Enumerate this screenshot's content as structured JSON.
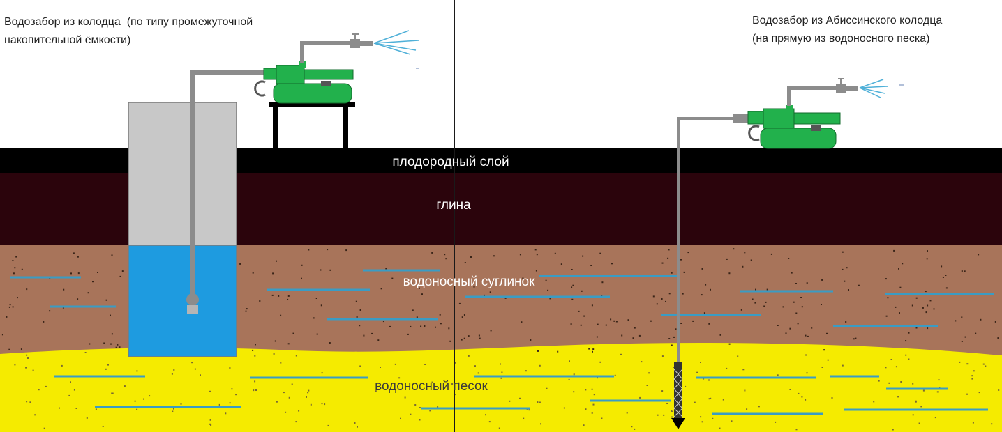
{
  "captions": {
    "left_line1": "Водозабор из колодца  (по типу промежуточной",
    "left_line2": "накопительной ёмкости)",
    "right_line1": "Водозабор из Абиссинского колодца",
    "right_line2": "(на прямую из водоносного песка)"
  },
  "layers": {
    "topsoil": "плодородный слой",
    "clay": "глина",
    "loam": "водоносный суглинок",
    "sand": "водоносный песок"
  },
  "colors": {
    "topsoil": "#000000",
    "clay": "#2b040c",
    "loam": "#a8745a",
    "sand": "#f5eb00",
    "water": "#1e9be0",
    "well_shaft": "#c8c8c8",
    "pipe": "#8c8c8c",
    "pump": "#22b14c",
    "water_lines": "#3a9cc4"
  },
  "icons": {
    "left_pump": "pump-icon",
    "right_pump": "pump-icon",
    "left_spray": "water-spray-icon",
    "right_spray": "water-spray-icon",
    "well_filter": "filter-bulb-icon",
    "drill_tip": "arrow-down-icon"
  }
}
